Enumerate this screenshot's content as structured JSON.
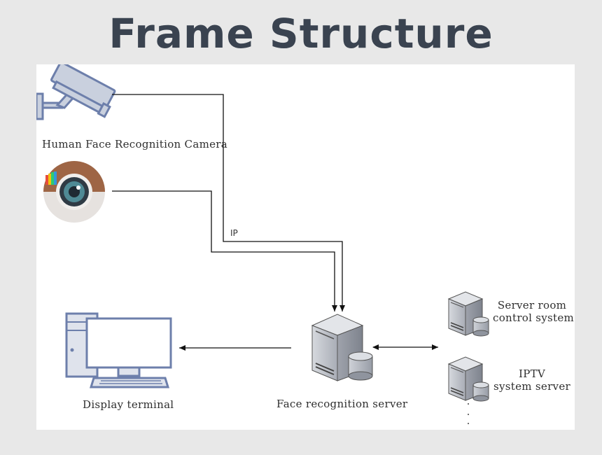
{
  "header": {
    "title": "Frame Structure"
  },
  "labels": {
    "camera": "Human Face Recognition Camera",
    "ip": "IP",
    "display_terminal": "Display terminal",
    "face_server": "Face recognition server",
    "server_room_line1": "Server room",
    "server_room_line2": "control system",
    "iptv_line1": "IPTV",
    "iptv_line2": "system server"
  },
  "icons": {
    "cctv_camera": "cctv-camera-icon",
    "dome_camera": "webcam-lens-icon",
    "monitor": "desktop-computer-icon",
    "server": "server-tower-icon"
  },
  "colors": {
    "title": "#3a4350",
    "panel": "#ffffff",
    "outline": "#6d7fab",
    "server_body": "#b8bcc4"
  }
}
